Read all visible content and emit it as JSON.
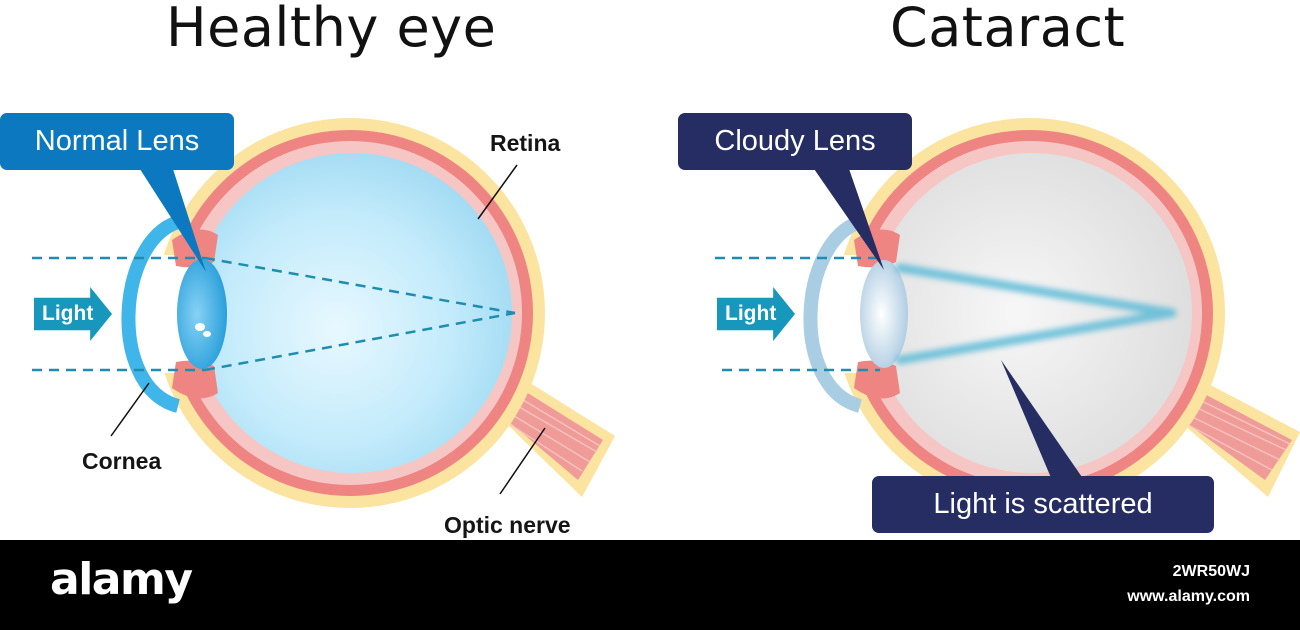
{
  "healthy": {
    "title": "Healthy eye",
    "lens_callout": "Normal Lens",
    "labels": {
      "retina": "Retina",
      "cornea": "Cornea",
      "optic_nerve": "Optic nerve",
      "light": "Light"
    }
  },
  "cataract": {
    "title": "Cataract",
    "lens_callout": "Cloudy Lens",
    "scatter_callout": "Light is scattered",
    "labels": {
      "light": "Light"
    }
  },
  "footer": {
    "brand": "alamy",
    "image_id": "2WR50WJ",
    "url": "www.alamy.com"
  },
  "colors": {
    "sclera": "#fbe3a0",
    "choroid": "#ef8583",
    "retina": "#f6c6c4",
    "vitreous_healthy": "#aee2f6",
    "vitreous_cataract": "#e8e8e8",
    "lens_healthy": "#4fb3e6",
    "cornea_healthy": "#3fb5ea",
    "light_ray": "#1e8db0",
    "callout_blue": "#0b78bf",
    "callout_navy": "#252d63",
    "arrow": "#1797bb"
  }
}
